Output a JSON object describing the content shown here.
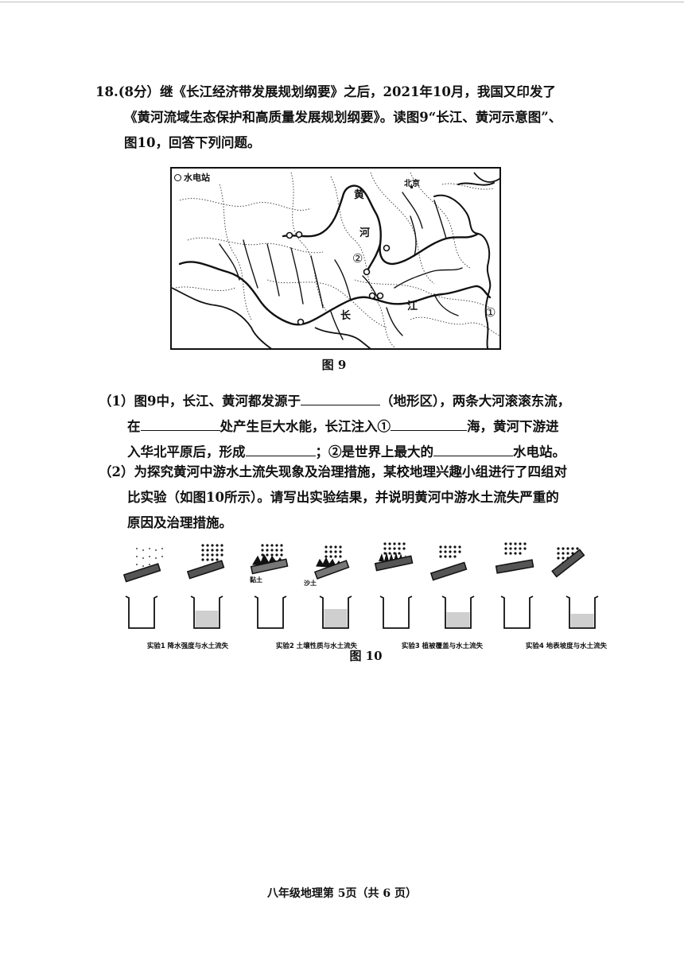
{
  "question": {
    "number": "18.",
    "line1": "(8分）继《长江经济带发展规划纲要》之后，2021年10月，我国又印发了",
    "line2": "《黄河流域生态保护和高质量发展规划纲要》。读图9“长江、黄河示意图”、",
    "line3": "图10，回答下列问题。"
  },
  "map": {
    "legend": "水电站",
    "labels": {
      "huang": "黄",
      "he": "河",
      "beijing": "北京",
      "chang": "长",
      "jiang": "江",
      "marker1": "①",
      "marker2": "②"
    },
    "caption": "图 9"
  },
  "part1": {
    "line1_a": "（1）图9中，长江、黄河都发源于",
    "line1_b": "（地形区），两条大河滚滚东流，",
    "line2_a": "在",
    "line2_b": "处产生巨大水能，长江注入①",
    "line2_c": "海，黄河下游进",
    "line3_a": "入华北平原后，形成",
    "line3_b": "；②是世界上最大的",
    "line3_c": "水电站。"
  },
  "part2": {
    "line1": "（2）为探究黄河中游水土流失现象及治理措施，某校地理兴趣小组进行了四组对",
    "line2": "比实验（如图10所示）。请写出实验结果，并说明黄河中游水土流失严重的",
    "line3": "原因及治理措施。"
  },
  "experiments": [
    {
      "caption": "实验1 降水强度与水土流失"
    },
    {
      "caption": "实验2 土壤性质与水土流失",
      "soil_a": "黏土",
      "soil_b": "沙土"
    },
    {
      "caption": "实验3 植被覆盖与水土流失"
    },
    {
      "caption": "实验4 地表坡度与水土流失"
    }
  ],
  "figure10_caption": "图 10",
  "footer": "八年级地理第 5页（共 6 页）"
}
